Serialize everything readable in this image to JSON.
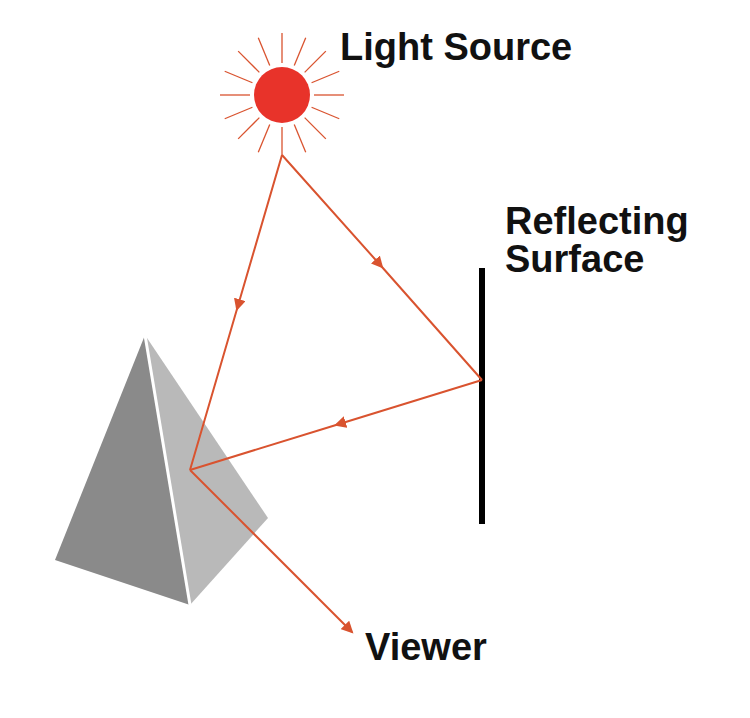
{
  "diagram": {
    "labels": [
      "Light Source",
      "Reflecting Surface",
      "Viewer"
    ]
  }
}
